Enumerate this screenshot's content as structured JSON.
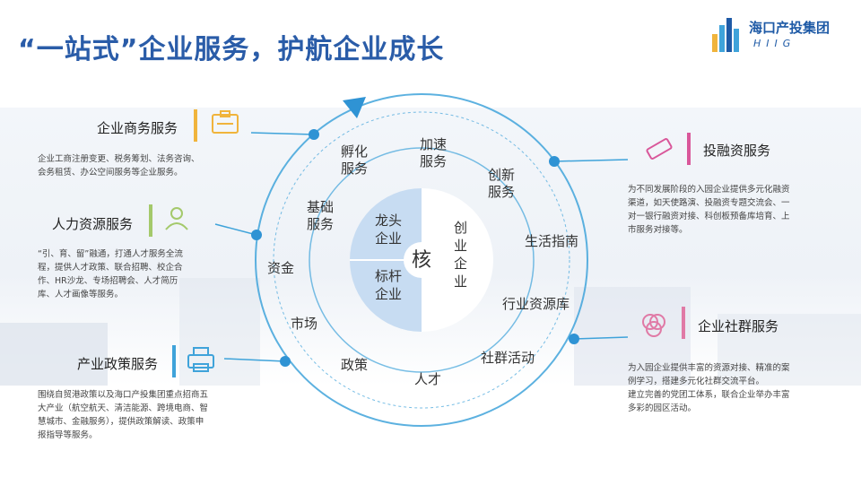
{
  "title": "“一站式”企业服务，护航企业成长",
  "logo": {
    "name": "海口产投集团",
    "abbr": "HIIG"
  },
  "services": {
    "business": {
      "title": "企业商务服务",
      "desc": [
        "企业工商注册变更、税务筹划、法务咨询、",
        "会务租赁、办公空间服务等企业服务。"
      ]
    },
    "hr": {
      "title": "人力资源服务",
      "desc": [
        "“引、育、留”融通，打通人才服务全流",
        "程，提供人才政策、联合招聘、校企合",
        "作、HR沙龙、专场招聘会、人才简历",
        "库、人才画像等服务。"
      ]
    },
    "policy": {
      "title": "产业政策服务",
      "desc": [
        "围绕自贸港政策以及海口产投集团重点招商五",
        "大产业（航空航天、清洁能源、跨境电商、智",
        "慧城市、金融服务），提供政策解读、政策申",
        "报指导等服务。"
      ]
    },
    "finance": {
      "title": "投融资服务",
      "desc": [
        "为不同发展阶段的入园企业提供多元化融资",
        "渠道，如天使路演、投融资专题交流会、一",
        "对一银行融资对接、科创板预备库培育、上",
        "市服务对接等。"
      ]
    },
    "community": {
      "title": "企业社群服务",
      "desc": [
        "为入园企业提供丰富的资源对接、精准的案",
        "例学习，搭建多元化社群交流平台。",
        "建立完善的党团工体系，联合企业举办丰富",
        "多彩的园区活动。"
      ]
    }
  },
  "diagram": {
    "core": "核",
    "quadrants": {
      "top_left": [
        "龙头",
        "企业"
      ],
      "bottom_left": [
        "标杆",
        "企业"
      ],
      "right": [
        "创",
        "业",
        "企",
        "业"
      ]
    },
    "inner_ring": [
      [
        "基础",
        "服务"
      ],
      [
        "孵化",
        "服务"
      ],
      [
        "加速",
        "服务"
      ],
      [
        "创新",
        "服务"
      ]
    ],
    "outer_ring": [
      "资金",
      "市场",
      "政策",
      "人才",
      "社群活动",
      "行业资源库",
      "生活指南"
    ]
  },
  "colors": {
    "accent_blue": "#2a5ca8",
    "ring_blue": "#3fa3da",
    "business_orange": "#f0b43c",
    "hr_green": "#a4c96b",
    "finance_pink": "#d9579a",
    "community_pink": "#e07aa6"
  }
}
